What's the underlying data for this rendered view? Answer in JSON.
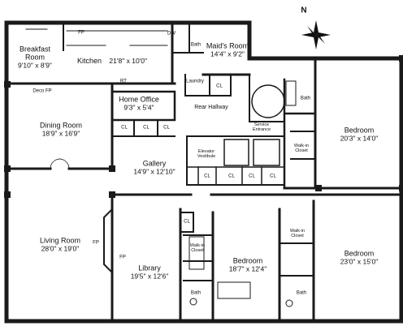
{
  "colors": {
    "wall": "#1a1a1a",
    "line": "#333333",
    "background": "#ffffff"
  },
  "compass": {
    "label": "N",
    "icon": "compass-rose-icon"
  },
  "rooms": {
    "breakfast": {
      "name": "Breakfast\nRoom",
      "dims": "9'10\" x 8'9\""
    },
    "kitchen": {
      "name": "Kitchen",
      "dims": "21'8\" x 10'0\""
    },
    "maids_room": {
      "name": "Maid's Room",
      "dims": "14'4\" x 9'2\""
    },
    "home_office": {
      "name": "Home Office",
      "dims": "9'3\" x 5'4\""
    },
    "dining": {
      "name": "Dining Room",
      "dims": "18'9\" x 16'9\""
    },
    "gallery": {
      "name": "Gallery",
      "dims": "14'9\" x 12'10\""
    },
    "bedroom_1": {
      "name": "Bedroom",
      "dims": "20'3\" x 14'0\""
    },
    "living": {
      "name": "Living Room",
      "dims": "28'0\" x 19'0\""
    },
    "library": {
      "name": "Library",
      "dims": "19'5\" x 12'6\""
    },
    "bedroom_2": {
      "name": "Bedroom",
      "dims": "18'7\" x 12'4\""
    },
    "bedroom_3": {
      "name": "Bedroom",
      "dims": "23'0\" x 15'0\""
    }
  },
  "labels": {
    "bath": "Bath",
    "laundry": "Laundry",
    "cl": "CL",
    "rt": "RT",
    "fp": "FP",
    "deco_fp": "Deco FP",
    "dw": "DW",
    "rear_hallway": "Rear Hallway",
    "service_entrance": "Service\nEntrance",
    "elevator_vestibule": "Elevator\nVestibule",
    "walkin_closet": "Walk-in\nCloset"
  }
}
